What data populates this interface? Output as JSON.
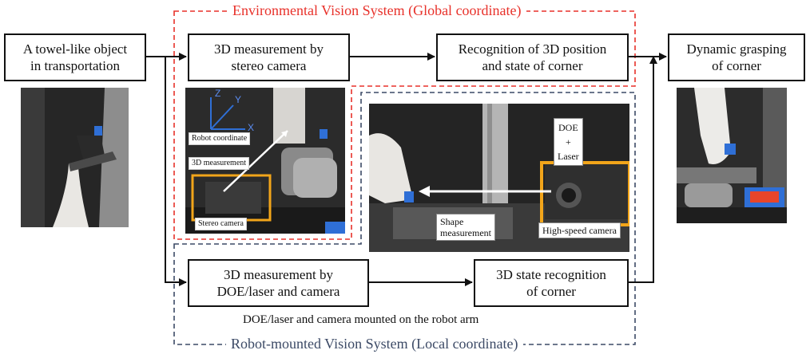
{
  "regions": {
    "global": {
      "title": "Environmental Vision System (Global coordinate)",
      "color": "#e8312a"
    },
    "local": {
      "title": "Robot-mounted Vision System (Local coordinate)",
      "color": "#3c4a66"
    }
  },
  "boxes": {
    "towel": [
      "A towel-like object",
      "in transportation"
    ],
    "stereo": [
      "3D measurement by",
      "stereo camera"
    ],
    "recognition": [
      "Recognition of 3D position",
      "and state of corner"
    ],
    "grasp": [
      "Dynamic grasping",
      "of corner"
    ],
    "doe": [
      "3D measurement by",
      "DOE/laser and camera"
    ],
    "state": [
      "3D state recognition",
      "of corner"
    ]
  },
  "caption_mounted": "DOE/laser and camera mounted on the robot arm",
  "photo_labels": {
    "axis_z": "Z",
    "axis_y": "Y",
    "axis_x": "X",
    "robot_coordinate": "Robot coordinate",
    "measurement_3d": "3D measurement",
    "stereo_camera": "Stereo camera",
    "doe_laser": [
      "DOE",
      "+",
      "Laser"
    ],
    "shape_measurement": [
      "Shape",
      "measurement"
    ],
    "high_speed_camera": "High-speed camera"
  },
  "colors": {
    "highlight_frame": "#f2a51a",
    "arrow": "#111111"
  }
}
